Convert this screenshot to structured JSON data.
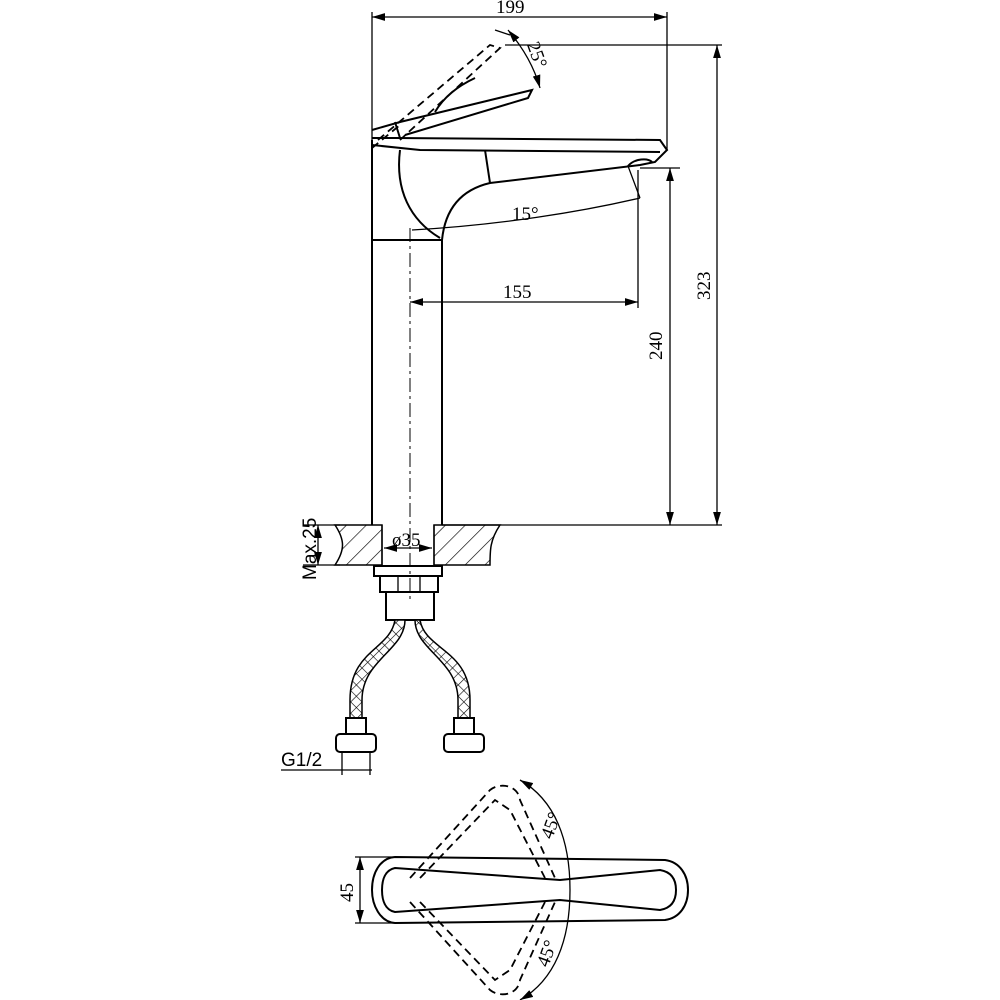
{
  "dimensions": {
    "width_total": "199",
    "handle_angle_top": "25°",
    "spout_angle": "15°",
    "spout_reach": "155",
    "spout_height": "240",
    "total_height": "323",
    "max_counter": "Max.25",
    "hole_diameter": "ø35",
    "thread": "G1/2",
    "handle_width": "45",
    "rotation_left": "45°",
    "rotation_right": "45°"
  },
  "colors": {
    "line": "#000000",
    "background": "#ffffff"
  }
}
